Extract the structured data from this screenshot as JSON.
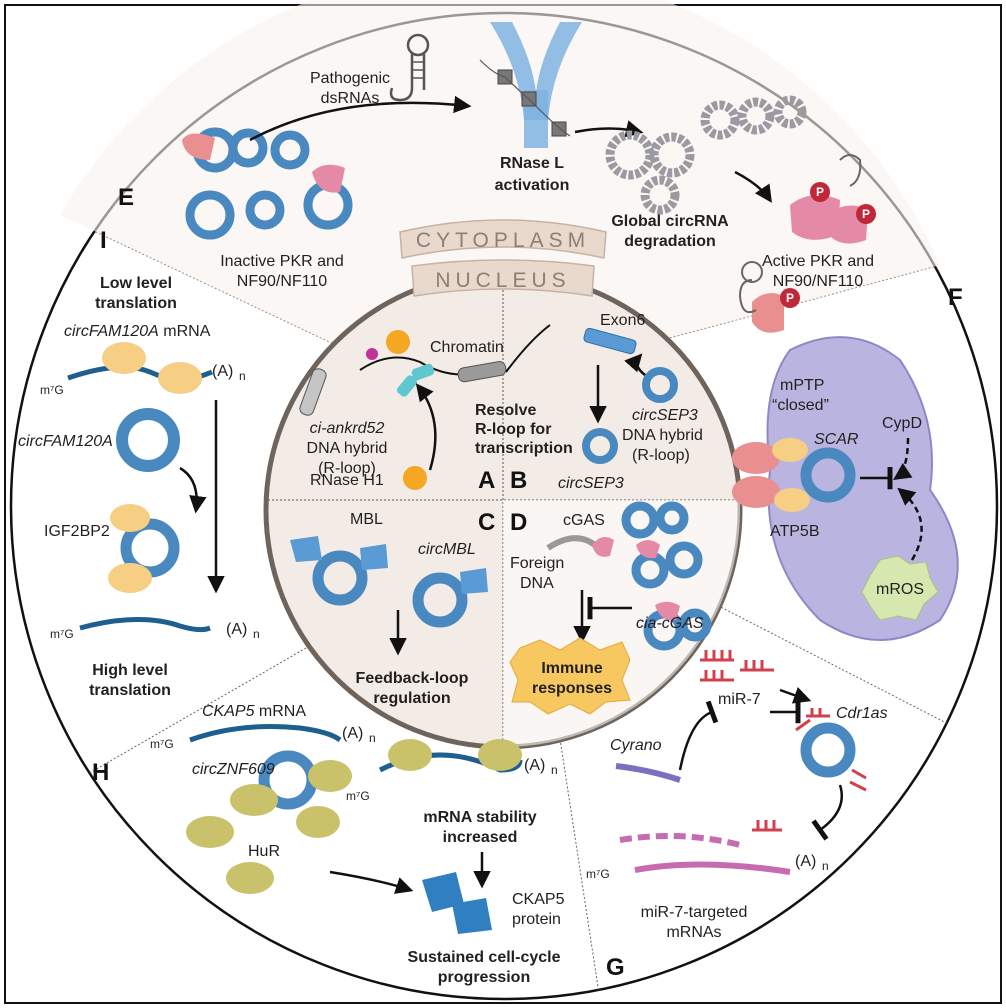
{
  "compartments": {
    "cytoplasm": "CYTOPLASM",
    "nucleus": "NUCLEUS"
  },
  "panels": {
    "A": "A",
    "B": "B",
    "C": "C",
    "D": "D",
    "E": "E",
    "F": "F",
    "G": "G",
    "H": "H",
    "I": "I"
  },
  "panel_e": {
    "pathogenic_1": "Pathogenic",
    "pathogenic_2": "dsRNAs",
    "rnase_1": "RNase L",
    "rnase_2": "activation",
    "global_1": "Global circRNA",
    "global_2": "degradation",
    "inactive_1": "Inactive PKR and",
    "inactive_2": "NF90/NF110",
    "active_1": "Active PKR and",
    "active_2": "NF90/NF110",
    "phospho": "P"
  },
  "panel_a": {
    "chromatin": "Chromatin",
    "circ_name": "ci-ankrd52",
    "hybrid_1": "DNA hybrid",
    "hybrid_2": "(R-loop)",
    "resolve_1": "Resolve",
    "resolve_2": "R-loop for",
    "resolve_3": "transcription",
    "rnase_h1": "RNase H1"
  },
  "panel_b": {
    "exon": "Exon6",
    "circ_name": "circSEP3",
    "hybrid_1": "DNA hybrid",
    "hybrid_2": "(R-loop)",
    "circ_bottom": "circSEP3"
  },
  "panel_c": {
    "mbl": "MBL",
    "circ": "circMBL",
    "feedback_1": "Feedback-loop",
    "feedback_2": "regulation"
  },
  "panel_d": {
    "cgas": "cGAS",
    "foreign_1": "Foreign",
    "foreign_2": "DNA",
    "cia": "cia-cGAS",
    "immune_1": "Immune",
    "immune_2": "responses"
  },
  "panel_f": {
    "mptp": "mPTP",
    "closed": "“closed”",
    "cypd": "CypD",
    "scar": "SCAR",
    "atp5b": "ATP5B",
    "mros": "mROS"
  },
  "panel_g": {
    "mir7": "miR-7",
    "cdr1as": "Cdr1as",
    "cyrano": "Cyrano",
    "targeted_1": "miR-7-targeted",
    "targeted_2": "mRNAs",
    "cap": "m⁷G",
    "polya": "(A)",
    "polya_sub": "n"
  },
  "panel_h": {
    "mrna_gene": "CKAP5",
    "mrna_suffix": " mRNA",
    "circ": "circZNF609",
    "hur": "HuR",
    "stability_1": "mRNA stability",
    "stability_2": "increased",
    "protein_1": "CKAP5",
    "protein_2": "protein",
    "sustained_1": "Sustained cell-cycle",
    "sustained_2": "progression",
    "cap": "m⁷G",
    "polya": "(A)",
    "polya_sub": "n"
  },
  "panel_i": {
    "low_1": "Low level",
    "low_2": "translation",
    "mrna_gene": "circFAM120A",
    "mrna_suffix": " mRNA",
    "circ": "circFAM120A",
    "igf": "IGF2BP2",
    "high_1": "High level",
    "high_2": "translation",
    "cap": "m⁷G",
    "polya": "(A)",
    "polya_sub": "n"
  },
  "colors": {
    "circ_blue": "#5b9bd5",
    "circ_dark": "#2f6ea6",
    "nucleus_bg": "#f3ece6",
    "mito": "#b9b5e0",
    "pink": "#e48aa6",
    "salmon": "#e98f8f",
    "yellow": "#f6cf84",
    "olive": "#c9c26a",
    "mirna_red": "#d0404e",
    "immune": "#f7c860"
  }
}
